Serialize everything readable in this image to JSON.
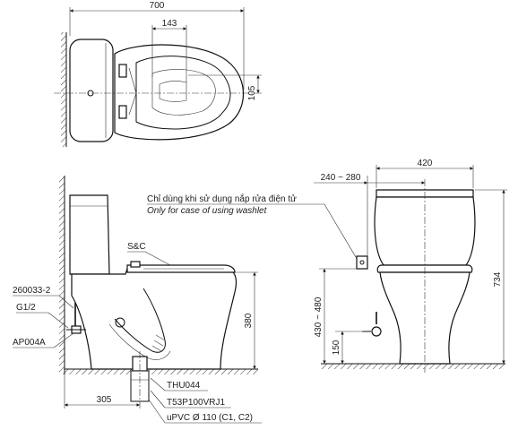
{
  "top_view": {
    "width_dim": "700",
    "inner_dim": "143",
    "side_dim": "105"
  },
  "side_view": {
    "label_seat": "S&C",
    "label_part1": "260033-2",
    "label_part2": "G1/2",
    "label_part3": "AP004A",
    "label_flange": "THU044",
    "label_adapter": "T53P100VRJ1",
    "label_pipe": "uPVC Ø 110 (C1, C2)",
    "dim_rough": "305",
    "dim_height": "380"
  },
  "front_view": {
    "dim_width": "420",
    "dim_outlet": "240 ~ 280",
    "dim_total": "734",
    "dim_range": "430 ~ 480",
    "dim_low": "150"
  },
  "note": {
    "vi": "Chỉ dùng khi sử dụng nắp rửa điện tử",
    "en": "Only for case of using washlet"
  },
  "colors": {
    "line": "#111111",
    "hatch": "#333333",
    "background": "#ffffff"
  }
}
